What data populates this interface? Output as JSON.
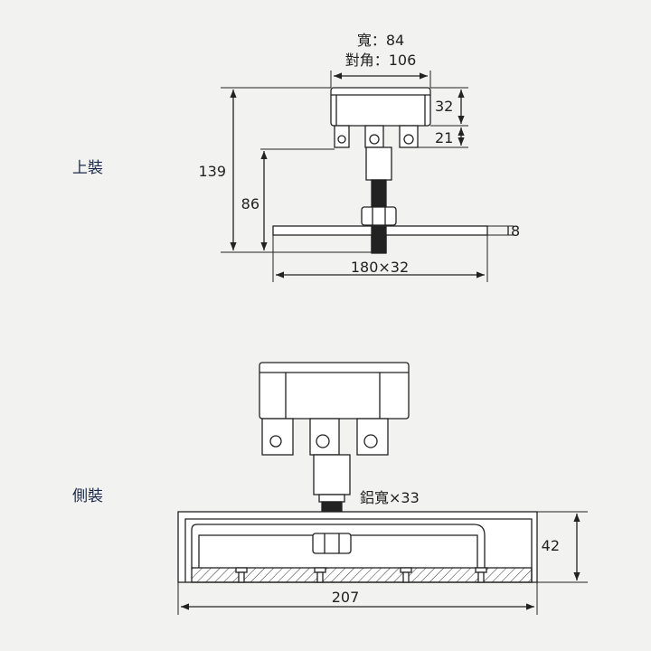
{
  "top_mount": {
    "section_label": "上裝",
    "width_label": "寬：84",
    "diagonal_label": "對角：106",
    "dim_32": "32",
    "dim_21": "21",
    "dim_139": "139",
    "dim_86": "86",
    "dim_8": "8",
    "base_dim": "180×32"
  },
  "side_mount": {
    "section_label": "側裝",
    "rail_width_label": "鋁寬×33",
    "dim_42": "42",
    "dim_207": "207"
  }
}
